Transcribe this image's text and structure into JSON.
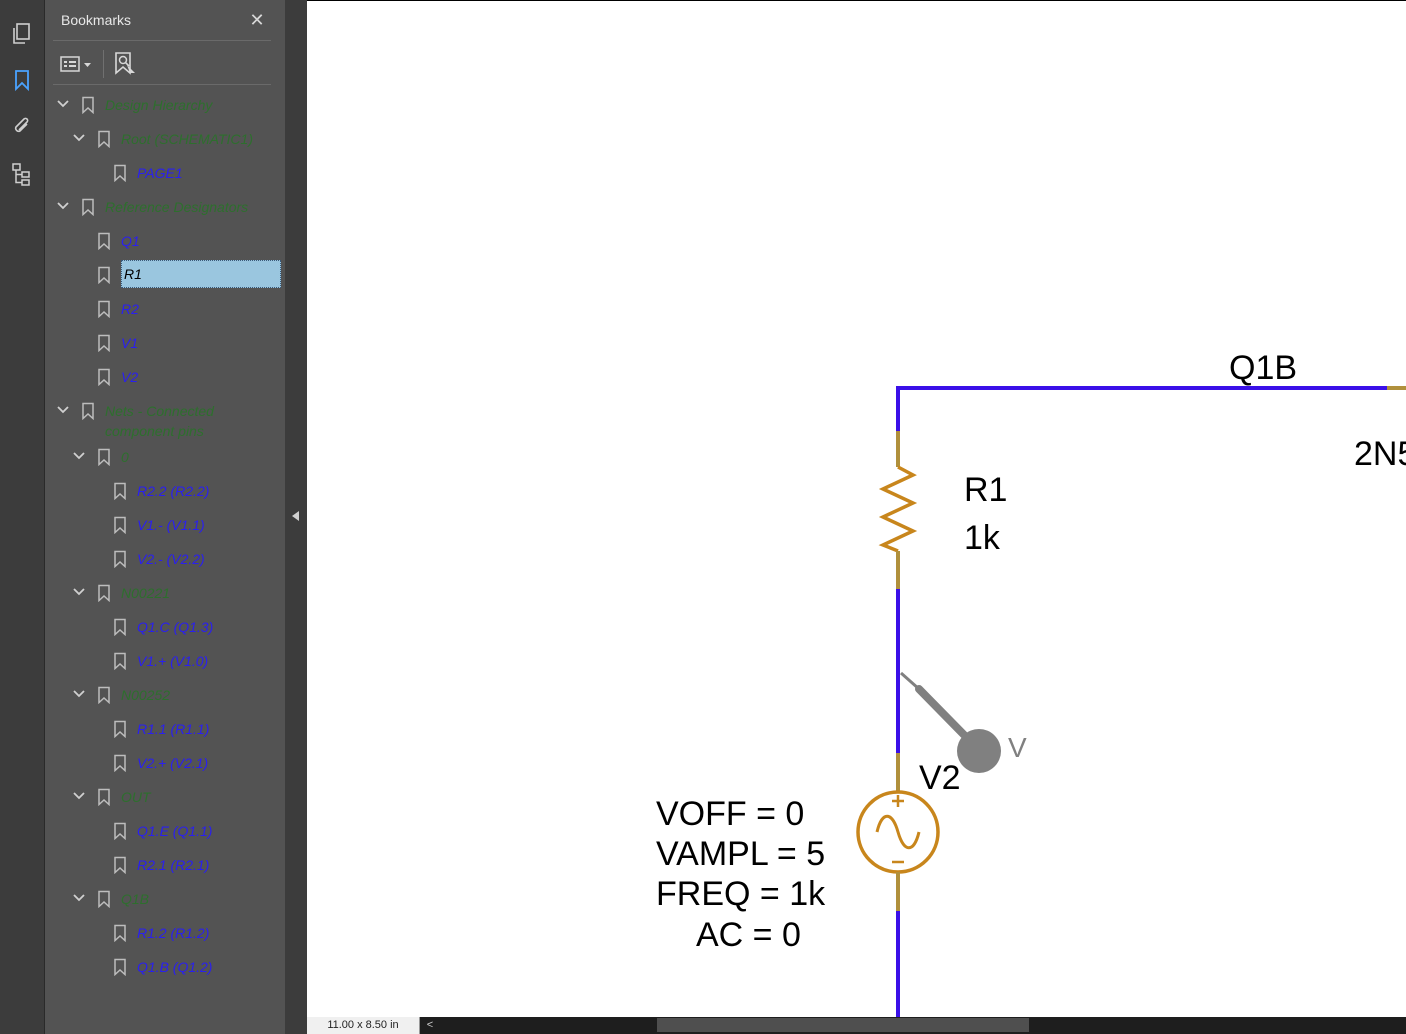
{
  "panel": {
    "title": "Bookmarks",
    "close_symbol": "✕"
  },
  "rail": {
    "icons": [
      "pages-icon",
      "bookmark-icon",
      "attachment-icon",
      "structure-icon"
    ]
  },
  "bookmarks": [
    {
      "label": "Design Hierarchy",
      "color": "green",
      "expanded": true
    },
    {
      "label": "Root (SCHEMATIC1)",
      "color": "green",
      "expanded": true
    },
    {
      "label": "PAGE1",
      "color": "blue"
    },
    {
      "label": "Reference Designators",
      "color": "green",
      "expanded": true
    },
    {
      "label": "Q1",
      "color": "blue"
    },
    {
      "label": "R1",
      "color": "blue",
      "selected": true
    },
    {
      "label": "R2",
      "color": "blue"
    },
    {
      "label": "V1",
      "color": "blue"
    },
    {
      "label": "V2",
      "color": "blue"
    },
    {
      "label": "Nets - Connected\ncomponent pins",
      "color": "green",
      "expanded": true
    },
    {
      "label": "0",
      "color": "green",
      "expanded": true
    },
    {
      "label": "R2.2 (R2.2)",
      "color": "blue"
    },
    {
      "label": "V1.- (V1.1)",
      "color": "blue"
    },
    {
      "label": "V2.- (V2.2)",
      "color": "blue"
    },
    {
      "label": "N00221",
      "color": "green",
      "expanded": true
    },
    {
      "label": "Q1.C (Q1.3)",
      "color": "blue"
    },
    {
      "label": "V1.+ (V1.0)",
      "color": "blue"
    },
    {
      "label": "N00252",
      "color": "green",
      "expanded": true
    },
    {
      "label": "R1.1 (R1.1)",
      "color": "blue"
    },
    {
      "label": "V2.+ (V2.1)",
      "color": "blue"
    },
    {
      "label": "OUT",
      "color": "green",
      "expanded": true
    },
    {
      "label": "Q1.E (Q1.1)",
      "color": "blue"
    },
    {
      "label": "R2.1 (R2.1)",
      "color": "blue"
    },
    {
      "label": "Q1B",
      "color": "green",
      "expanded": true
    },
    {
      "label": "R1.2 (R1.2)",
      "color": "blue"
    },
    {
      "label": "Q1.B (Q1.2)",
      "color": "blue"
    }
  ],
  "schematic": {
    "net_label": "Q1B",
    "part_label_partial": "2N5",
    "resistor": {
      "ref": "R1",
      "value": "1k"
    },
    "source": {
      "ref": "V2",
      "params": [
        "VOFF = 0",
        "VAMPL = 5",
        "FREQ = 1k",
        "AC = 0"
      ]
    },
    "probe_label": "V",
    "colors": {
      "wire": "#3a10e8",
      "component": "#c8861c",
      "pin": "#b0903c",
      "probe": "#808080"
    }
  },
  "status": {
    "page_size": "11.00 x 8.50 in",
    "scroll_left_symbol": "<"
  }
}
